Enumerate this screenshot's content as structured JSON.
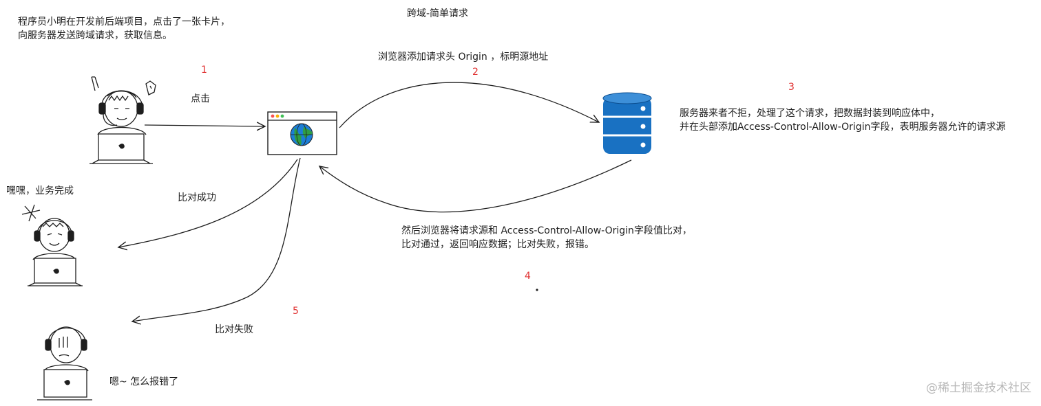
{
  "title": "跨域-简单请求",
  "intro_lines": [
    "程序员小明在开发前后端项目，点击了一张卡片，",
    "向服务器发送跨域请求，获取信息。"
  ],
  "step_numbers": {
    "s1": "1",
    "s2": "2",
    "s3": "3",
    "s4": "4",
    "s5": "5"
  },
  "labels": {
    "click": "点击",
    "origin_note": "浏览器添加请求头 Origin ，标明源地址",
    "server_lines": [
      "服务器来者不拒，处理了这个请求，把数据封装到响应体中，",
      "并在头部添加Access-Control-Allow-Origin字段，表明服务器允许的请求源"
    ],
    "compare_lines": [
      "然后浏览器将请求源和 Access-Control-Allow-Origin字段值比对，",
      "比对通过，返回响应数据；比对失败，报错。"
    ],
    "compare_success": "比对成功",
    "compare_fail": "比对失败",
    "happy": "嘿嘿，业务完成",
    "confused": "嗯~ 怎么报错了"
  },
  "watermark": "@稀土掘金技术社区",
  "colors": {
    "stroke": "#1e1e1e",
    "step_number": "#e03131",
    "db_blue": "#1971c2",
    "globe_blue": "#1c7ed6",
    "globe_green": "#2f9e44",
    "browser_dots": [
      "#fa5252",
      "#fab005",
      "#40c057"
    ]
  },
  "icons": {
    "developer": "developer-person-icon",
    "browser": "browser-window-icon",
    "server": "database-server-icon"
  }
}
